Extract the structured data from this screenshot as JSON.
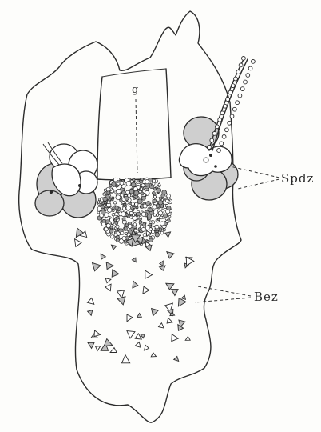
{
  "figure": {
    "labels": {
      "g": "g",
      "spdz": "Spdz",
      "bez": "Bez"
    },
    "colors": {
      "ink": "#2b2b2b",
      "shade": "#cfcfcf",
      "background": "#fdfdfb"
    }
  }
}
